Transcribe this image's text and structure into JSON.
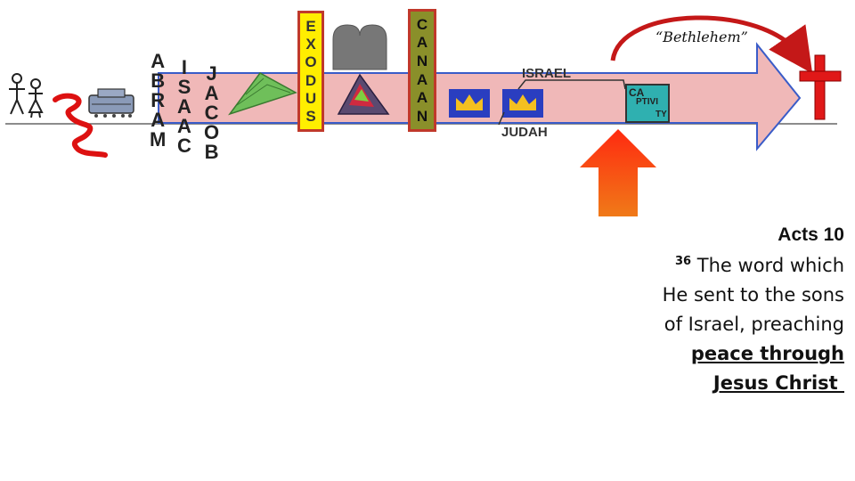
{
  "timeline": {
    "abram": [
      "A",
      "B",
      "R",
      "A",
      "M"
    ],
    "isaac": [
      "I",
      "S",
      "A",
      "A",
      "C"
    ],
    "jacob": [
      "J",
      "A",
      "C",
      "O",
      "B"
    ],
    "exodus": [
      "E",
      "X",
      "O",
      "D",
      "U",
      "S"
    ],
    "canaan": [
      "C",
      "A",
      "N",
      "A",
      "A",
      "N"
    ],
    "israel_label": "ISRAEL",
    "judah_label": "JUDAH",
    "captivity": [
      "CA",
      "PTIVI",
      "TY"
    ],
    "bethlehem": "“Bethlehem”"
  },
  "colors": {
    "arrow_fill": "#f0b8b8",
    "arrow_stroke": "#3a5cc8",
    "exodus_box": "#ffee00",
    "exodus_border": "#c0392b",
    "canaan_box": "#8a8f2a",
    "canaan_border": "#c0392b",
    "up_arrow": "#f04a10",
    "cross": "#e01818",
    "curved_arrow": "#c41818",
    "captivity_box": "#2fb0b0"
  },
  "verse": {
    "reference": "Acts 10",
    "verse_number": "36",
    "text_line1": "The word which",
    "text_line2": "He sent to the sons",
    "text_line3": "of Israel, preaching",
    "emphasis_line1": "peace through",
    "emphasis_line2": "Jesus Christ "
  }
}
